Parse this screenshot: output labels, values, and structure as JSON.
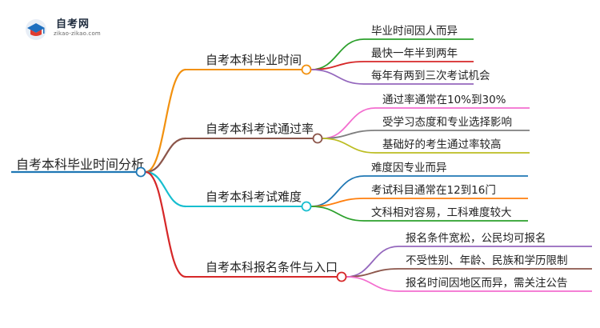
{
  "logo": {
    "title": "自考网",
    "url": "zikao-zikao.com"
  },
  "mindmap": {
    "root": "自考本科毕业时间分析",
    "branches": [
      {
        "label": "自考本科毕业时间",
        "color": "#f2910f",
        "children": [
          "毕业时间因人而异",
          "最快一年半到两年",
          "每年有两到三次考试机会"
        ],
        "child_colors": [
          "#2ca02c",
          "#d62728",
          "#9467bd"
        ]
      },
      {
        "label": "自考本科考试通过率",
        "color": "#8c564b",
        "children": [
          "通过率通常在10%到30%",
          "受学习态度和专业选择影响",
          "基础好的考生通过率较高"
        ],
        "child_colors": [
          "#f36ecf",
          "#7f7f7f",
          "#bcbd22"
        ]
      },
      {
        "label": "自考本科考试难度",
        "color": "#17becf",
        "children": [
          "难度因专业而异",
          "考试科目通常在12到16门",
          "文科相对容易，工科难度较大"
        ],
        "child_colors": [
          "#1f77b4",
          "#ff7f0e",
          "#2ca02c"
        ]
      },
      {
        "label": "自考本科报名条件与入口",
        "color": "#d62728",
        "children": [
          "报名条件宽松，公民均可报名",
          "不受性别、年龄、民族和学历限制",
          "报名时间因地区而异，需关注公告"
        ],
        "child_colors": [
          "#9467bd",
          "#8c564b",
          "#f36ecf"
        ]
      }
    ],
    "root_color": "#1f77b4"
  }
}
